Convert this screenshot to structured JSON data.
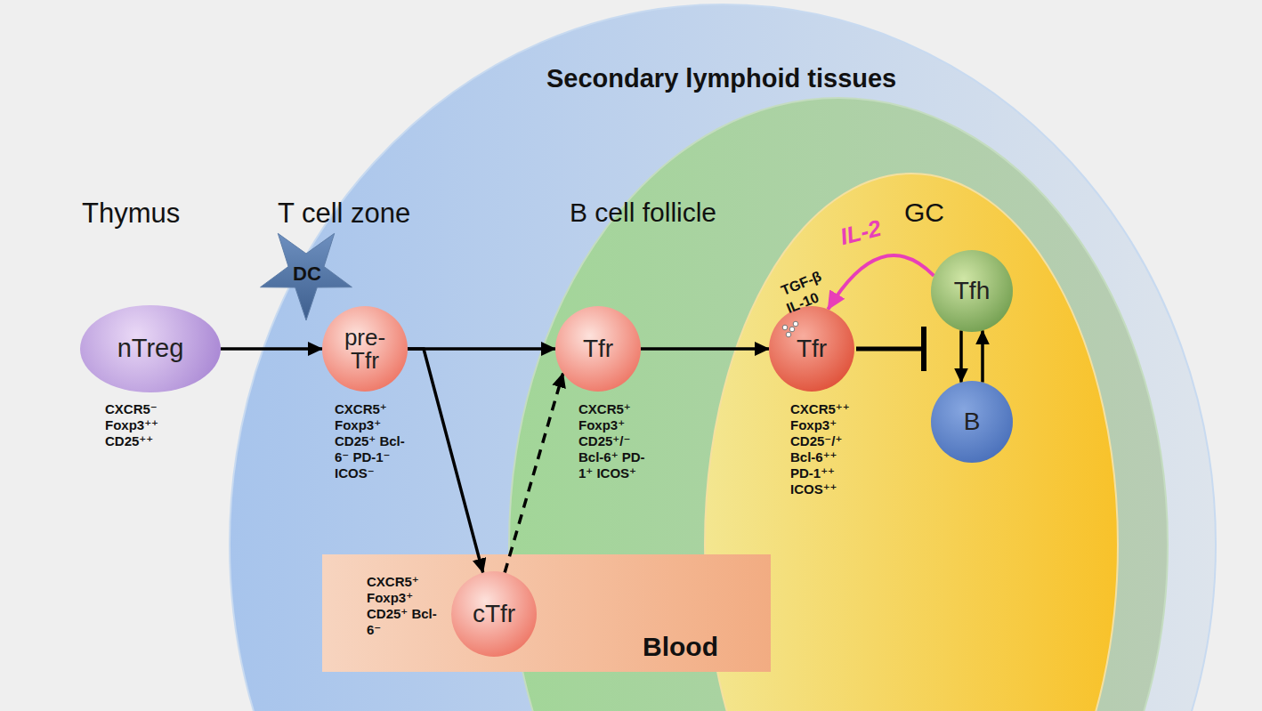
{
  "diagram": {
    "nodes": [
      {
        "text": [
          "Secondary lymphoid tissues"
        ]
      },
      {
        "text": [
          "B cell follicle"
        ],
        "in": 0
      },
      {
        "text": [
          "GC"
        ],
        "in": 1
      },
      {
        "text": [
          "Blood"
        ]
      },
      {
        "text": [
          "nTreg",
          "CXCR5⁻ Foxp3⁺⁺ CD25⁺⁺"
        ]
      },
      {
        "text": [
          "DC"
        ],
        "in": 0
      },
      {
        "text": [
          "pre- Tfr",
          "CXCR5⁺ Foxp3⁺ CD25⁺ Bcl-6⁻ PD-1⁻ ICOS⁻"
        ],
        "in": 0
      },
      {
        "text": [
          "Tfr",
          "CXCR5⁺ Foxp3⁺ CD25⁺/⁻ Bcl-6⁺ PD-1⁺ ICOS⁺"
        ],
        "in": 1
      },
      {
        "text": [
          "Tfr",
          "CXCR5⁺⁺ Foxp3⁺ CD25⁻/⁺ Bcl-6⁺⁺ PD-1⁺⁺ ICOS⁺⁺"
        ],
        "in": 2
      },
      {
        "text": [
          "Tfh"
        ],
        "in": 2
      },
      {
        "text": [
          "B"
        ],
        "in": 2
      },
      {
        "text": [
          "cTfr",
          "CXCR5⁺ Foxp3⁺ CD25⁺ Bcl-6⁻"
        ],
        "in": 3
      }
    ],
    "edges": [
      {
        "from": 4,
        "to": 6,
        "arrow": "to"
      },
      {
        "from": 6,
        "to": 7,
        "arrow": "to"
      },
      {
        "from": 6,
        "to": 11,
        "arrow": "to"
      },
      {
        "from": 11,
        "to": 7,
        "arrow": "to"
      },
      {
        "from": 7,
        "to": 8,
        "arrow": "to"
      },
      {
        "from": 9,
        "to": 10,
        "arrow": "to"
      },
      {
        "from": 10,
        "to": 9,
        "arrow": "to"
      },
      {
        "from": 9,
        "to": 8,
        "label": "IL-2",
        "arrow": "to"
      }
    ],
    "labels": [
      "Thymus",
      "T cell zone",
      "TGF-β",
      "IL-10"
    ]
  }
}
